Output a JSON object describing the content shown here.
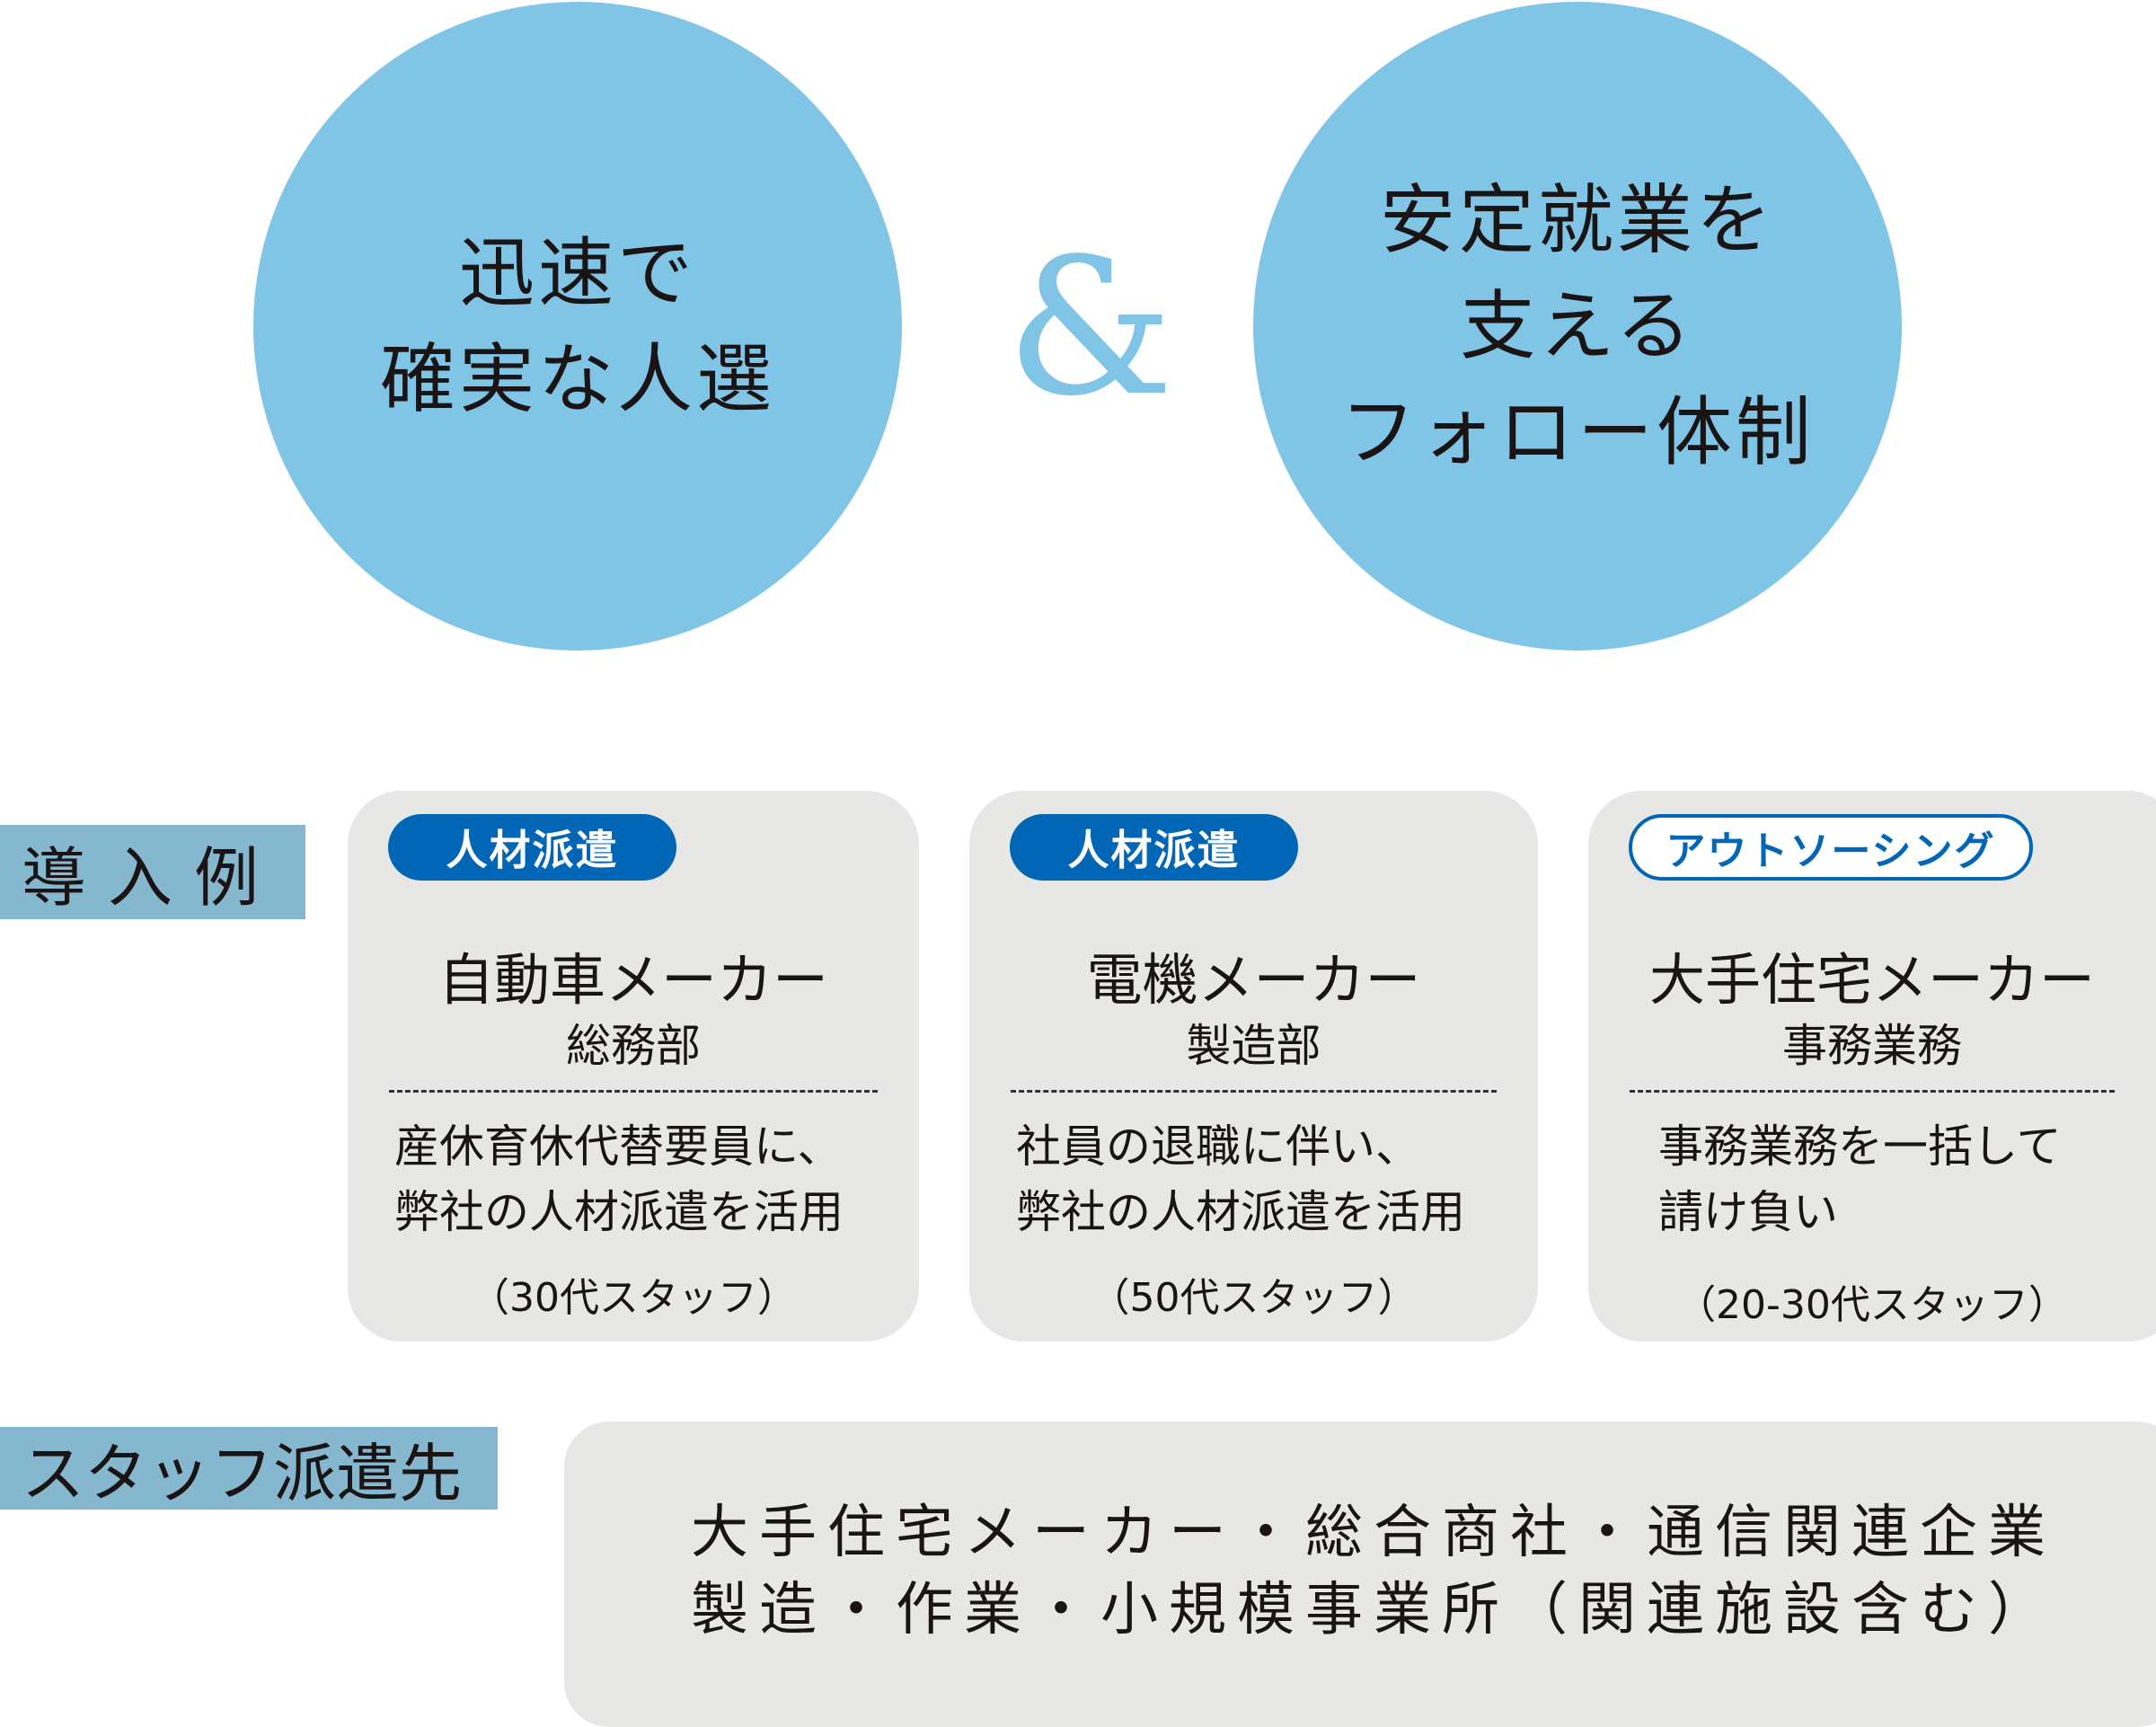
{
  "hero": {
    "left_circle": [
      "迅速で",
      "確実な人選"
    ],
    "ampersand": "&",
    "right_circle": [
      "安定就業を",
      "支える",
      "フォロー体制"
    ],
    "circle_color": "#80c5e6"
  },
  "examples": {
    "label": "導入例",
    "cards": [
      {
        "badge": "人材派遣",
        "title": "自動車メーカー",
        "dept": "総務部",
        "body": [
          "産休育休代替要員に、",
          "弊社の人材派遣を活用"
        ],
        "age": "（30代スタッフ）"
      },
      {
        "badge": "人材派遣",
        "title": "電機メーカー",
        "dept": "製造部",
        "body": [
          "社員の退職に伴い、",
          "弊社の人材派遣を活用"
        ],
        "age": "（50代スタッフ）"
      },
      {
        "badge": "アウトソーシング",
        "title": "大手住宅メーカー",
        "dept": "事務業務",
        "body": [
          "事務業務を一括して",
          "請け負い"
        ],
        "age": "（20-30代スタッフ）"
      }
    ]
  },
  "destinations": {
    "label": "スタッフ派遣先",
    "lines": [
      "大手住宅メーカー・総合商社・通信関連企業",
      "製造・作業・小規模事業所（関連施設含む）"
    ]
  },
  "colors": {
    "accent": "#0066b5",
    "label_bg": "#85b8cf",
    "card_bg": "#e7e8e5"
  }
}
